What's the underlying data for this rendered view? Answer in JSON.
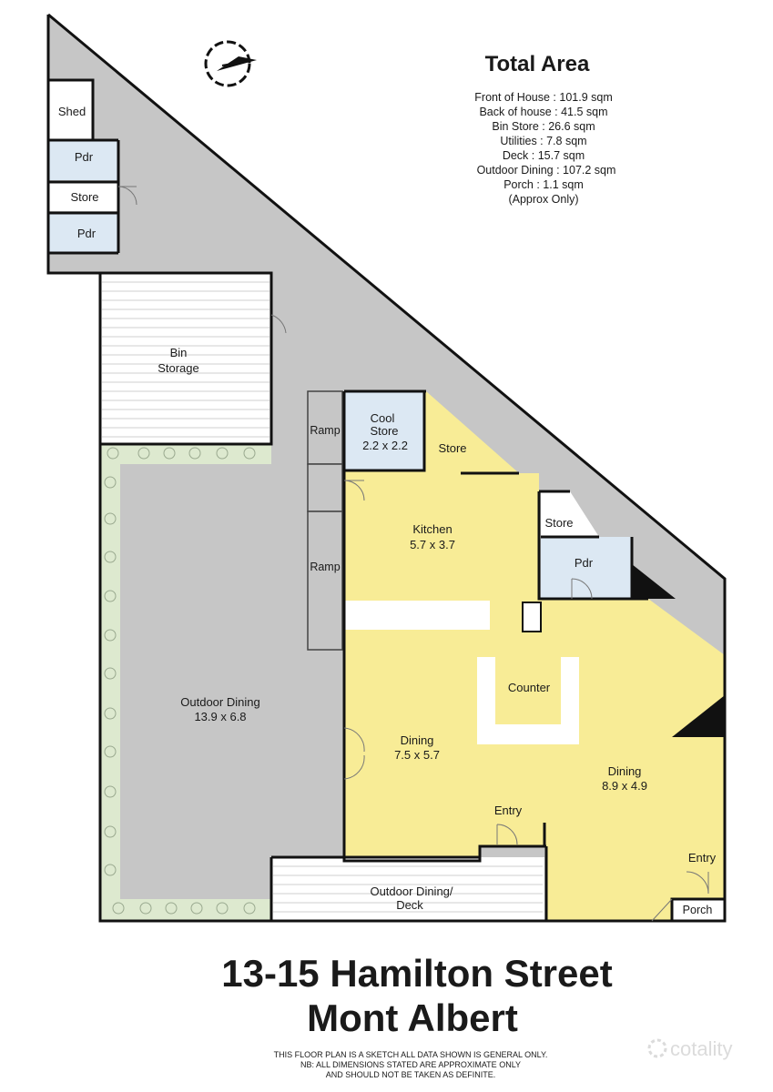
{
  "area_summary": {
    "title": "Total Area",
    "lines": [
      "Front of House : 101.9 sqm",
      "Back of house : 41.5 sqm",
      "Bin Store : 26.6 sqm",
      "Utilities : 7.8 sqm",
      "Deck : 15.7 sqm",
      "Outdoor Dining : 107.2 sqm",
      "Porch : 1.1 sqm",
      "(Approx Only)"
    ]
  },
  "rooms": {
    "shed": "Shed",
    "pdr1": "Pdr",
    "store1": "Store",
    "pdr2": "Pdr",
    "bin_storage_1": "Bin",
    "bin_storage_2": "Storage",
    "ramp1": "Ramp",
    "ramp2": "Ramp",
    "cool_store_1": "Cool",
    "cool_store_2": "Store",
    "cool_store_dim": "2.2 x 2.2",
    "store2": "Store",
    "kitchen": "Kitchen",
    "kitchen_dim": "5.7 x 3.7",
    "store3": "Store",
    "pdr3": "Pdr",
    "counter": "Counter",
    "outdoor_dining": "Outdoor Dining",
    "outdoor_dining_dim": "13.9 x 6.8",
    "dining1": "Dining",
    "dining1_dim": "7.5 x 5.7",
    "dining2": "Dining",
    "dining2_dim": "8.9 x 4.9",
    "entry1": "Entry",
    "entry2": "Entry",
    "deck_1": "Outdoor Dining/",
    "deck_2": "Deck",
    "porch": "Porch"
  },
  "address": {
    "line1": "13-15 Hamilton Street",
    "line2": "Mont Albert"
  },
  "disclaimer": [
    "THIS FLOOR PLAN IS A SKETCH ALL DATA SHOWN IS GENERAL ONLY.",
    "NB: ALL DIMENSIONS STATED ARE APPROXIMATE ONLY",
    "AND SHOULD NOT BE TAKEN AS DEFINITE."
  ],
  "watermark": "cotality",
  "colors": {
    "interior": "#f8ec96",
    "exterior": "#c6c6c6",
    "utility": "#dce8f3",
    "landscape": "#dde9cf",
    "wall": "#111111"
  }
}
